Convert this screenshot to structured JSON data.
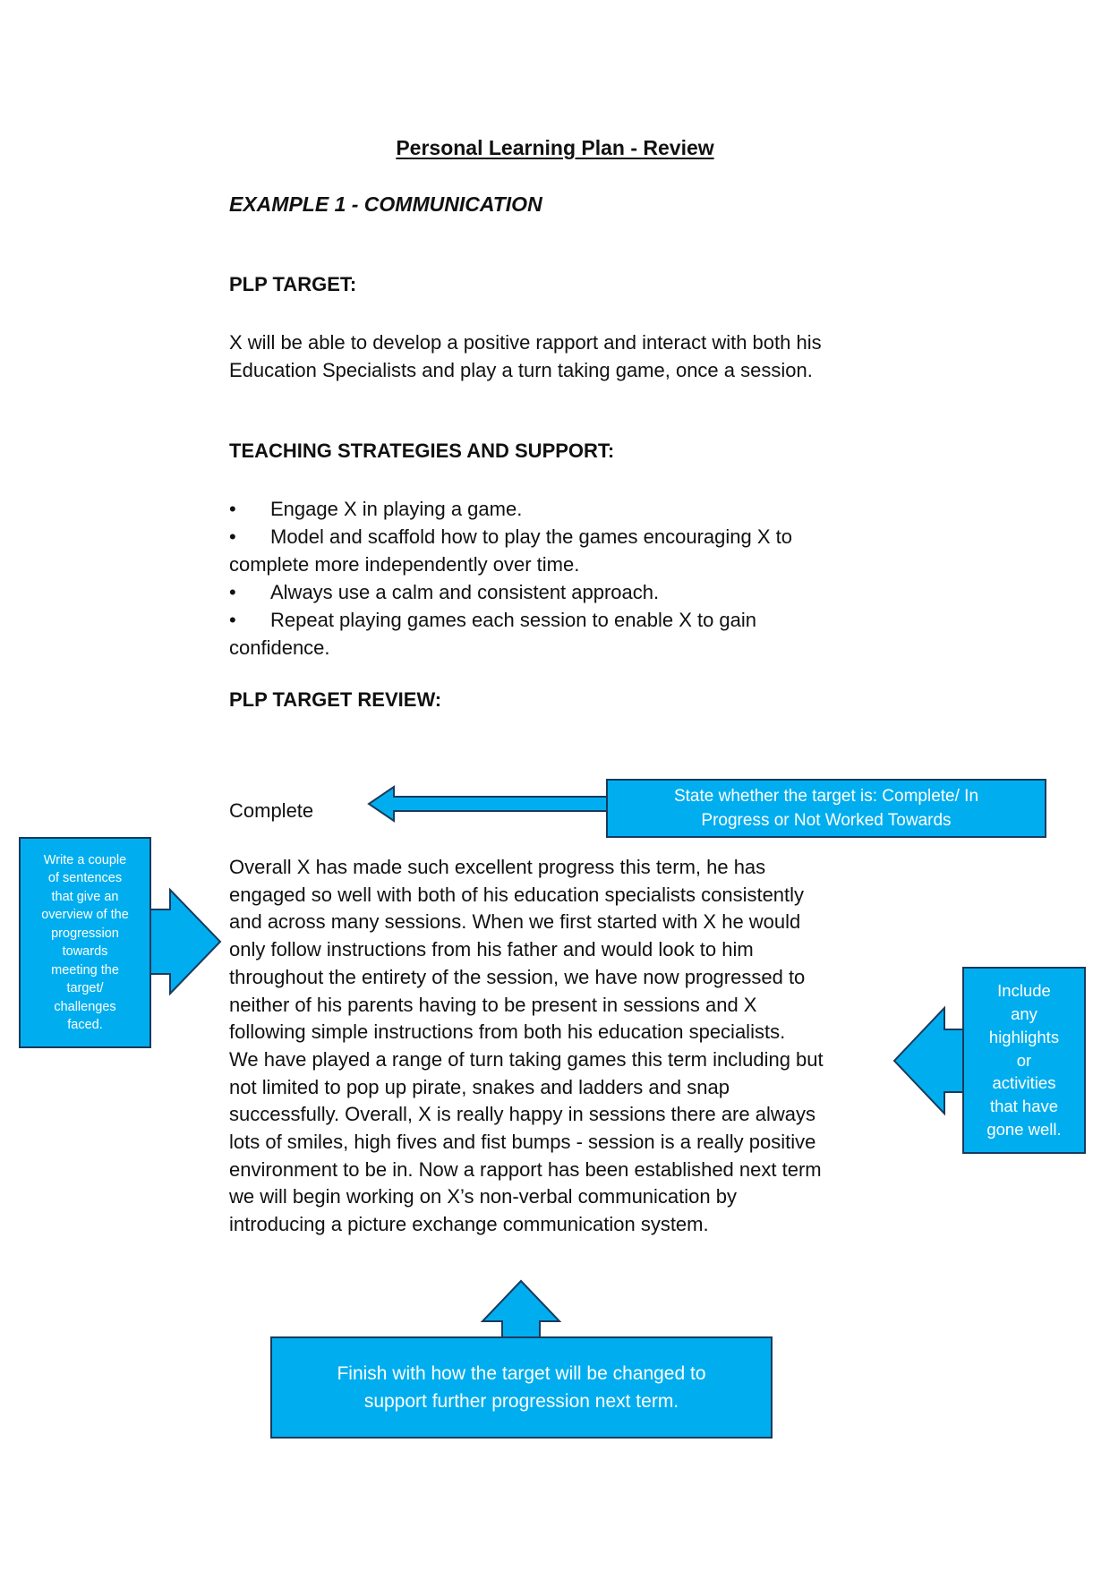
{
  "document": {
    "title": "Personal Learning Plan - Review",
    "example_heading": "EXAMPLE 1  - COMMUNICATION",
    "plp_target": {
      "heading": "PLP TARGET:",
      "lines": [
        "X will be able to develop a positive rapport and interact with both his",
        "Education Specialists and play a turn taking game, once a session."
      ]
    },
    "strategies": {
      "heading": "TEACHING STRATEGIES AND SUPPORT:",
      "bullet": "•",
      "items": [
        {
          "first": "Engage X in playing a game.",
          "rest": ""
        },
        {
          "first": "Model and scaffold how to play the games encouraging X  to",
          "rest": "complete more independently over time."
        },
        {
          "first": "Always use a calm and consistent approach.",
          "rest": ""
        },
        {
          "first": "Repeat playing games each session to enable X to gain",
          "rest": "confidence."
        }
      ]
    },
    "review": {
      "heading": "PLP TARGET REVIEW:",
      "status": "Complete",
      "lines": [
        "Overall X has made such excellent progress this term, he has",
        "engaged so well with both of his education specialists consistently",
        "and across many sessions. When we first started with X he would",
        "only follow instructions from his father and would look to him",
        "throughout the entirety of the session, we have now progressed to",
        "neither of his parents having to be present in sessions and X",
        "following simple instructions from both his education specialists.",
        "We have played a range of turn taking games this term including but",
        "not limited to pop up pirate, snakes and ladders and snap",
        "successfully. Overall, X is really happy in sessions there are always",
        "lots of smiles, high fives and fist bumps - session is a really positive",
        "environment to be in. Now a rapport has been established next term",
        "we will begin working on X’s non-verbal communication by",
        "introducing a picture exchange communication system."
      ]
    }
  },
  "callouts": {
    "status_note": {
      "lines": [
        "State whether the target is: Complete/ In",
        "Progress or Not Worked Towards"
      ]
    },
    "overview_note": {
      "lines": [
        "Write a couple",
        "of sentences",
        "that give an",
        "overview of the",
        "progression",
        "towards",
        "meeting the",
        "target/",
        "challenges",
        "faced."
      ]
    },
    "highlights_note": {
      "lines": [
        "Include",
        "any",
        "highlights",
        "or",
        "activities",
        "that have",
        "gone well."
      ]
    },
    "next_term_note": {
      "lines": [
        "Finish with how the target will be changed to",
        "support further progression next term."
      ]
    }
  },
  "colors": {
    "callout_fill": "#00aeef",
    "callout_border": "#1a3a5c",
    "callout_text": "#ffffff"
  },
  "icons": {
    "status_arrow": "arrow-left-icon",
    "overview_arrow": "arrow-right-icon",
    "highlights_arrow": "arrow-left-icon",
    "next_term_arrow": "arrow-up-icon"
  }
}
